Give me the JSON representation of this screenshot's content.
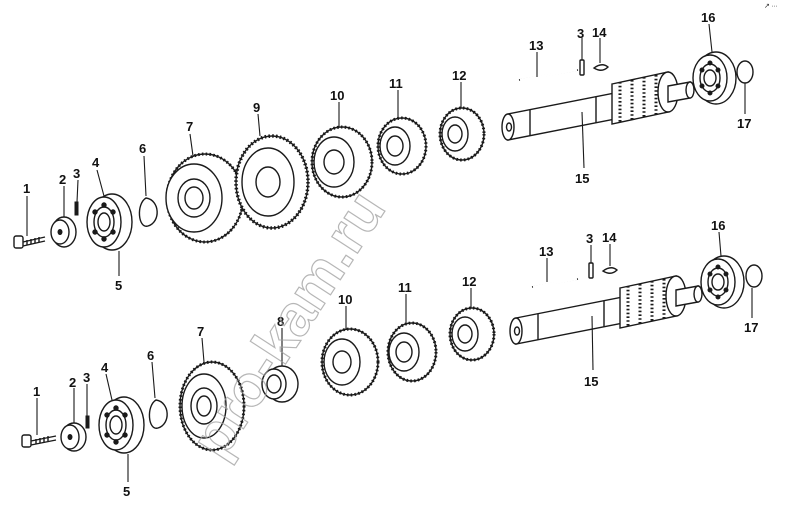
{
  "diagram": {
    "corner_mark": "↗ ∙∙∙",
    "watermark": "pro-kam.ru",
    "callouts_upper": [
      "1",
      "2",
      "3",
      "4",
      "5",
      "6",
      "7",
      "9",
      "10",
      "11",
      "12",
      "13",
      "3",
      "14",
      "16",
      "17",
      "15"
    ],
    "callouts_lower": [
      "1",
      "2",
      "3",
      "4",
      "5",
      "6",
      "7",
      "8",
      "10",
      "11",
      "12",
      "13",
      "3",
      "14",
      "16",
      "17",
      "15"
    ]
  }
}
